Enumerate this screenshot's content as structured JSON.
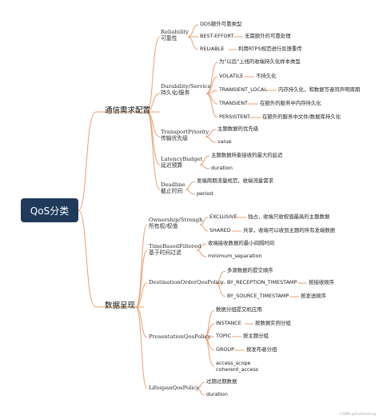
{
  "root": "QoS分类",
  "watermark": "CSDN @linshenrong",
  "colors": {
    "edge": "#e8a070",
    "root_bg": "#1f3a5a",
    "root_text": "#ffffff"
  },
  "cat1": {
    "label": "通信需求配置",
    "reliability": {
      "label1": "Reliability",
      "label2": "可靠性",
      "leaves": [
        "DDS额外可靠类型",
        "BEST-EFFORT",
        "无需额外的可靠处理",
        "RELIABLE",
        "利用RTPS规范进行反馈重传"
      ]
    },
    "durability": {
      "label1": "Durability/Service",
      "label2": "持久化/服务",
      "leaves": [
        "为\"以后\"上线的收端持久化样本类型",
        "VOLATILE",
        "不持久化",
        "TRANSIENT_LOCAL",
        "内存持久化，和数据写者同声明周期",
        "TRANSIENT",
        "在额外的服务中内存持久化",
        "PERSISTENT",
        "在额外的服务中文件/数据库持久化"
      ]
    },
    "transport": {
      "label1": "TransportPriority",
      "label2": "传输优先级",
      "leaves": [
        "主题数据的优先级",
        "value"
      ]
    },
    "latency": {
      "label1": "LatencyBudget",
      "label2": "延迟预算",
      "leaves": [
        "主题数据所能接收的最大的延迟",
        "duration"
      ]
    },
    "deadline": {
      "label1": "Deadline",
      "label2": "截止时间",
      "leaves": [
        "发端周期流量规范，收端流量需求",
        "period"
      ]
    }
  },
  "cat2": {
    "label": "数据呈现",
    "ownership": {
      "label1": "Ownership/Strengh",
      "label2": "所有权/权值",
      "leaves": [
        "EXCLUSIVE",
        "独占，收端只收权值最高的主题数据",
        "SHARED",
        "共享，收端可以收到主题的所有发端数据"
      ]
    },
    "timebased": {
      "label1": "TimeBasedFiltered",
      "label2": "基于时间过滤",
      "leaves": [
        "收端接收数据的最小间隔时间",
        "minimum_separation"
      ]
    },
    "destorder": {
      "label1": "DestinationOrderQosPolicy",
      "leaves": [
        "多源数据的提交顺序",
        "BY_RECEPTION_TIMESTAMP",
        "按接收顺序",
        "BY_SOURCE_TIMESTAMP",
        "按发送顺序"
      ]
    },
    "presentation": {
      "label1": "PresentationQosPolicy",
      "leaves": [
        "数据分组提交机应用",
        "INSTANCE",
        "按数据实例分组",
        "TOPIC",
        "按主题分组",
        "GROUP",
        "按发布者分组",
        "access_scope",
        "coherent_access"
      ]
    },
    "lifespan": {
      "label1": "LifespanQosPolicy",
      "leaves": [
        "过期过期数据",
        "duration"
      ]
    }
  }
}
